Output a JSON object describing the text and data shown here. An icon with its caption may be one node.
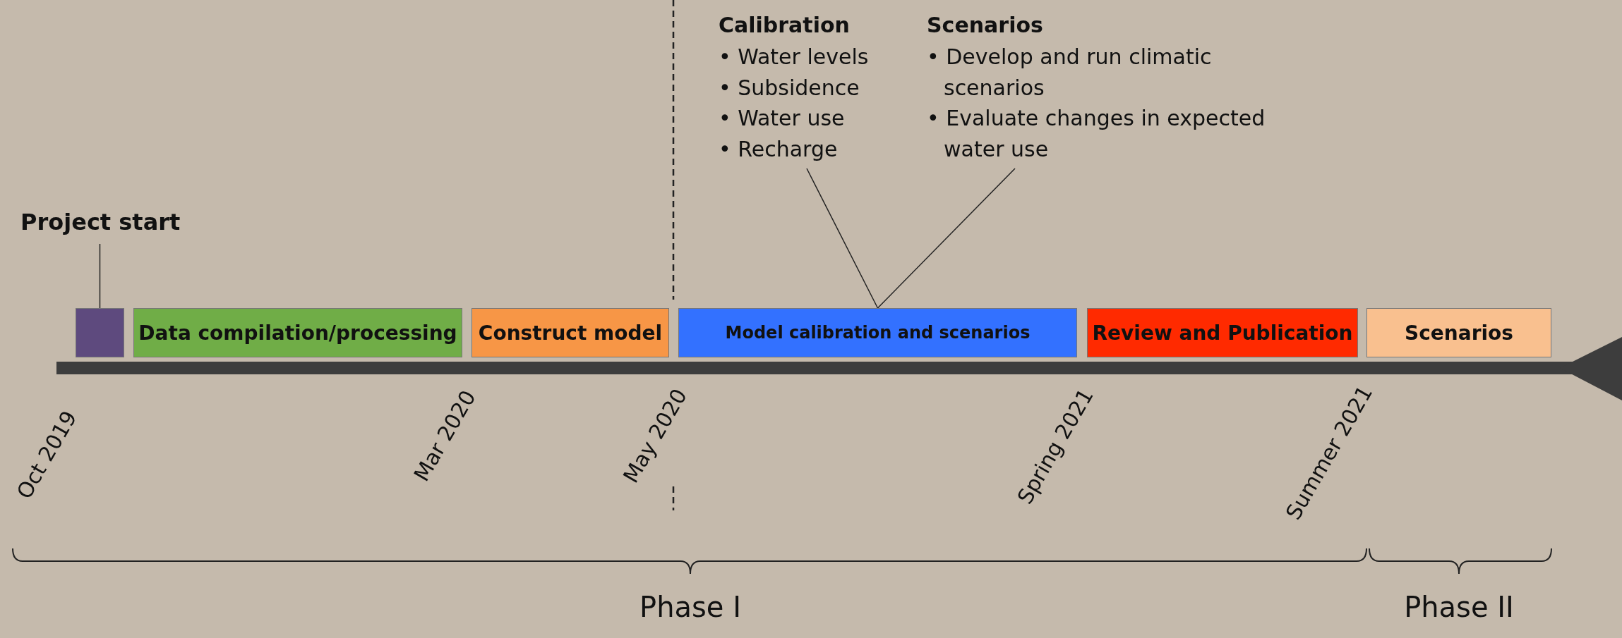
{
  "diagram": {
    "nodes": [
      {
        "text": [
          "Project start"
        ]
      },
      {
        "text": [],
        "shape": "box"
      },
      {
        "text": [
          "Data compilation/processing"
        ]
      },
      {
        "text": [
          "Construct model"
        ]
      },
      {
        "text": [
          "Calibration",
          "• Water levels",
          "• Subsidence",
          "• Water use",
          "• Recharge"
        ]
      },
      {
        "text": [
          "Scenarios",
          "• Develop and run climatic scenarios",
          "• Evaluate changes in expected water use"
        ]
      },
      {
        "text": [
          "Model calibration and scenarios"
        ]
      },
      {
        "text": [
          "Review and Publication"
        ]
      },
      {
        "text": [
          "Scenarios"
        ]
      }
    ],
    "edges": [
      {
        "from": 0,
        "to": 1,
        "arrow": "none"
      },
      {
        "from": 4,
        "to": 6,
        "arrow": "none"
      },
      {
        "from": 5,
        "to": 6,
        "arrow": "none"
      }
    ],
    "labels": [
      "Oct 2019",
      "Mar 2020",
      "May 2020",
      "Spring 2021",
      "Summer 2021",
      "Phase I",
      "Phase II"
    ]
  }
}
